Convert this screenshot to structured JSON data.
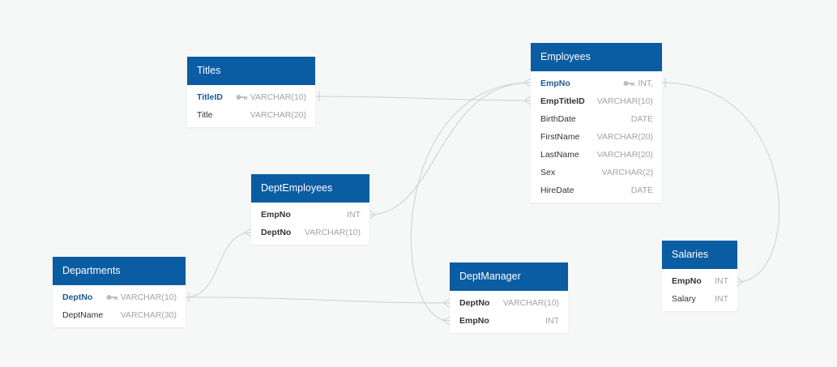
{
  "diagram": {
    "colors": {
      "header_bg": "#0a5ca3",
      "header_text": "#ffffff",
      "canvas_bg": "#f6f7f7",
      "primary_key_text": "#1a5b96",
      "type_text": "#a3a3a3",
      "link_line": "#cfcfcf",
      "key_icon": "#bdbdbd"
    },
    "tables": {
      "titles": {
        "name": "Titles",
        "fields": [
          {
            "name": "TitleID",
            "type": "VARCHAR(10)",
            "pk": true
          },
          {
            "name": "Title",
            "type": "VARCHAR(20)"
          }
        ]
      },
      "employees": {
        "name": "Employees",
        "fields": [
          {
            "name": "EmpNo",
            "type": "INT,",
            "pk": true
          },
          {
            "name": "EmpTitleID",
            "type": "VARCHAR(10)",
            "bold": true
          },
          {
            "name": "BirthDate",
            "type": "DATE"
          },
          {
            "name": "FirstName",
            "type": "VARCHAR(20)"
          },
          {
            "name": "LastName",
            "type": "VARCHAR(20)"
          },
          {
            "name": "Sex",
            "type": "VARCHAR(2)"
          },
          {
            "name": "HireDate",
            "type": "DATE"
          }
        ]
      },
      "dept_employees": {
        "name": "DeptEmployees",
        "fields": [
          {
            "name": "EmpNo",
            "type": "INT",
            "bold": true
          },
          {
            "name": "DeptNo",
            "type": "VARCHAR(10)",
            "bold": true
          }
        ]
      },
      "departments": {
        "name": "Departments",
        "fields": [
          {
            "name": "DeptNo",
            "type": "VARCHAR(10)",
            "pk": true
          },
          {
            "name": "DeptName",
            "type": "VARCHAR(30)"
          }
        ]
      },
      "dept_manager": {
        "name": "DeptManager",
        "fields": [
          {
            "name": "DeptNo",
            "type": "VARCHAR(10)",
            "bold": true
          },
          {
            "name": "EmpNo",
            "type": "INT",
            "bold": true
          }
        ]
      },
      "salaries": {
        "name": "Salaries",
        "fields": [
          {
            "name": "EmpNo",
            "type": "INT",
            "bold": true
          },
          {
            "name": "Salary",
            "type": "INT"
          }
        ]
      }
    }
  }
}
